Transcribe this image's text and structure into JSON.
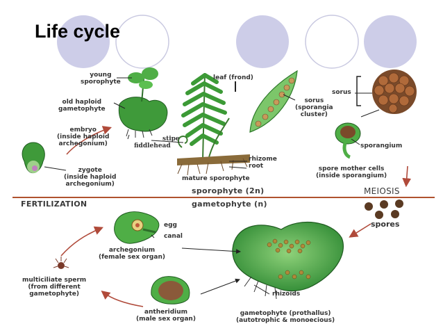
{
  "title": "Life cycle",
  "labels": {
    "young_sporophyte": [
      "young",
      "sporophyte"
    ],
    "old_gametophyte": [
      "old haploid",
      "gametophyte"
    ],
    "embryo": [
      "embryo",
      "(inside haploid",
      "archegonium)"
    ],
    "zygote": [
      "zygote",
      "(inside haploid",
      "archegonium)"
    ],
    "leaf": "leaf (frond)",
    "sorus_right": [
      "sorus",
      "(sporangia",
      "cluster)"
    ],
    "stipe": "stipe",
    "fiddlehead": "fiddlehead",
    "rhizome": "rhizome",
    "root": "root",
    "mature_sporophyte": "mature sporophyte",
    "sorus_top": "sorus",
    "sporangium": "sporangium",
    "spore_mother": [
      "spore mother cells",
      "(inside sporangium)"
    ],
    "sporophyte_2n": "sporophyte (2n)",
    "gametophyte_n": "gametophyte (n)",
    "meiosis": "MEIOSIS",
    "fertilization": "FERTILIZATION",
    "egg": "egg",
    "canal": "canal",
    "archegonium": [
      "archegonium",
      "(female sex organ)"
    ],
    "spores": "spores",
    "sperm": [
      "multiciliate sperm",
      "(from different",
      "gametophyte)"
    ],
    "rhizoids": "rhizoids",
    "antheridium": [
      "antheridium",
      "(male sex organ)"
    ],
    "prothallus": [
      "gametophyte (prothallus)",
      "(autotrophic & monoecious)"
    ]
  },
  "colors": {
    "circle_fill": "#cdcde8",
    "circle_outline": "#c4c4de",
    "plant_green": "#3f9a3a",
    "light_green": "#7cc66a",
    "arrow_red": "#b04a3a",
    "spore_brown": "#5a3a22",
    "divider": "#b0522e"
  }
}
